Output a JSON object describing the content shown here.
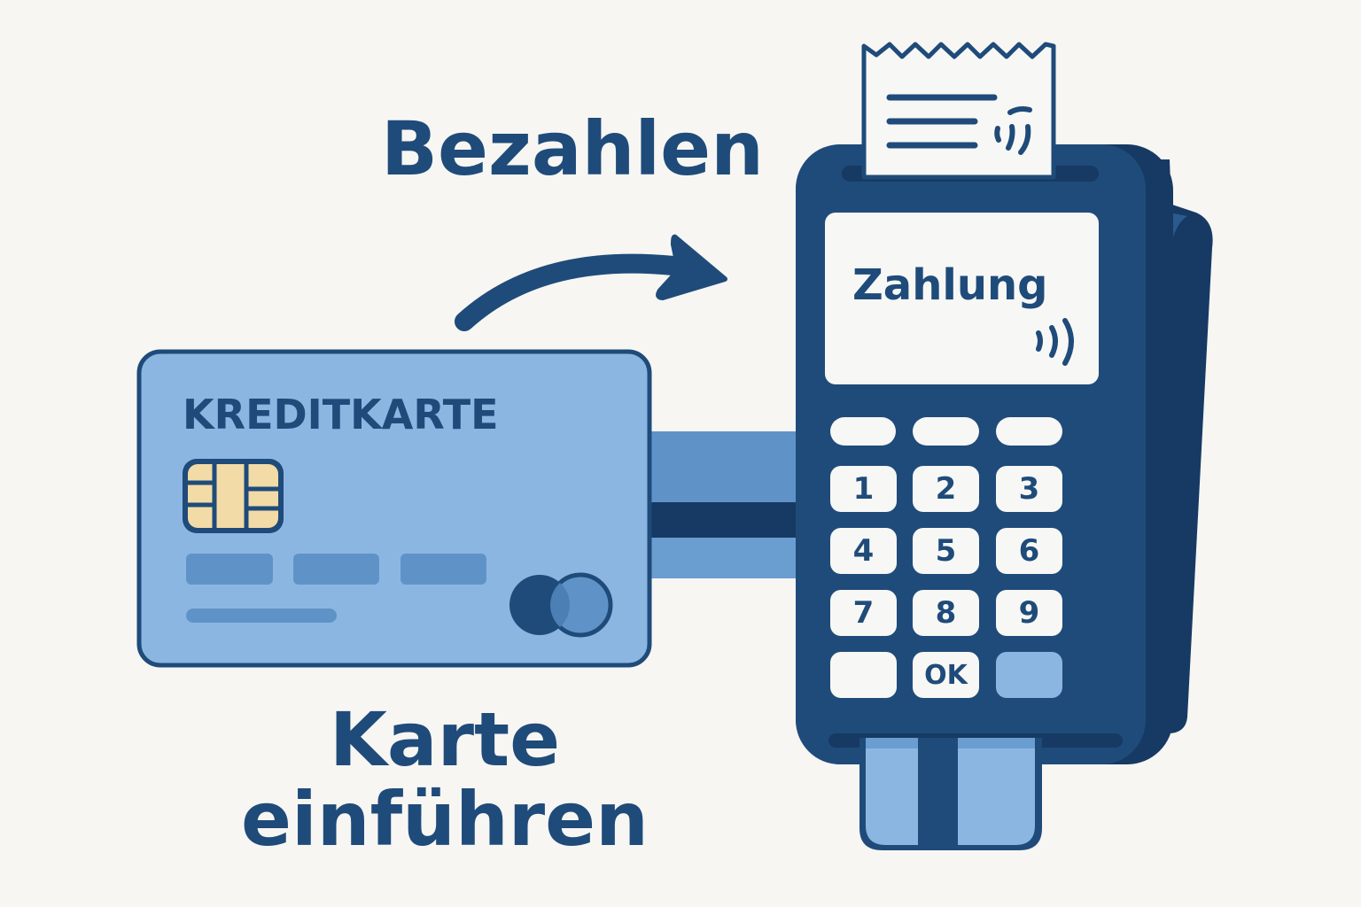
{
  "title": "Bezahlen",
  "caption": {
    "line1": "Karte",
    "line2": "einführen"
  },
  "credit_card": {
    "label": "KREDITKARTE",
    "chip_icon": "emv-chip-icon",
    "logo_icon": "card-network-logo-icon",
    "number_groups": 3
  },
  "terminal": {
    "screen_text": "Zahlung",
    "screen_icon": "contactless-icon",
    "receipt_icon": "receipt-contactless-icon",
    "function_keys": [
      "",
      "",
      ""
    ],
    "keys": [
      [
        "1",
        "2",
        "3"
      ],
      [
        "4",
        "5",
        "6"
      ],
      [
        "7",
        "8",
        "9"
      ],
      [
        "",
        "OK",
        ""
      ]
    ]
  },
  "arrow_icon": "curved-arrow-right-icon",
  "colors": {
    "background": "#f7f6f3",
    "primary_dark": "#1f4b7a",
    "darker": "#163a63",
    "card_light": "#8cb6e2",
    "card_mid": "#5f93c8",
    "chip": "#f2dba6",
    "screen": "#f7f7f5"
  }
}
